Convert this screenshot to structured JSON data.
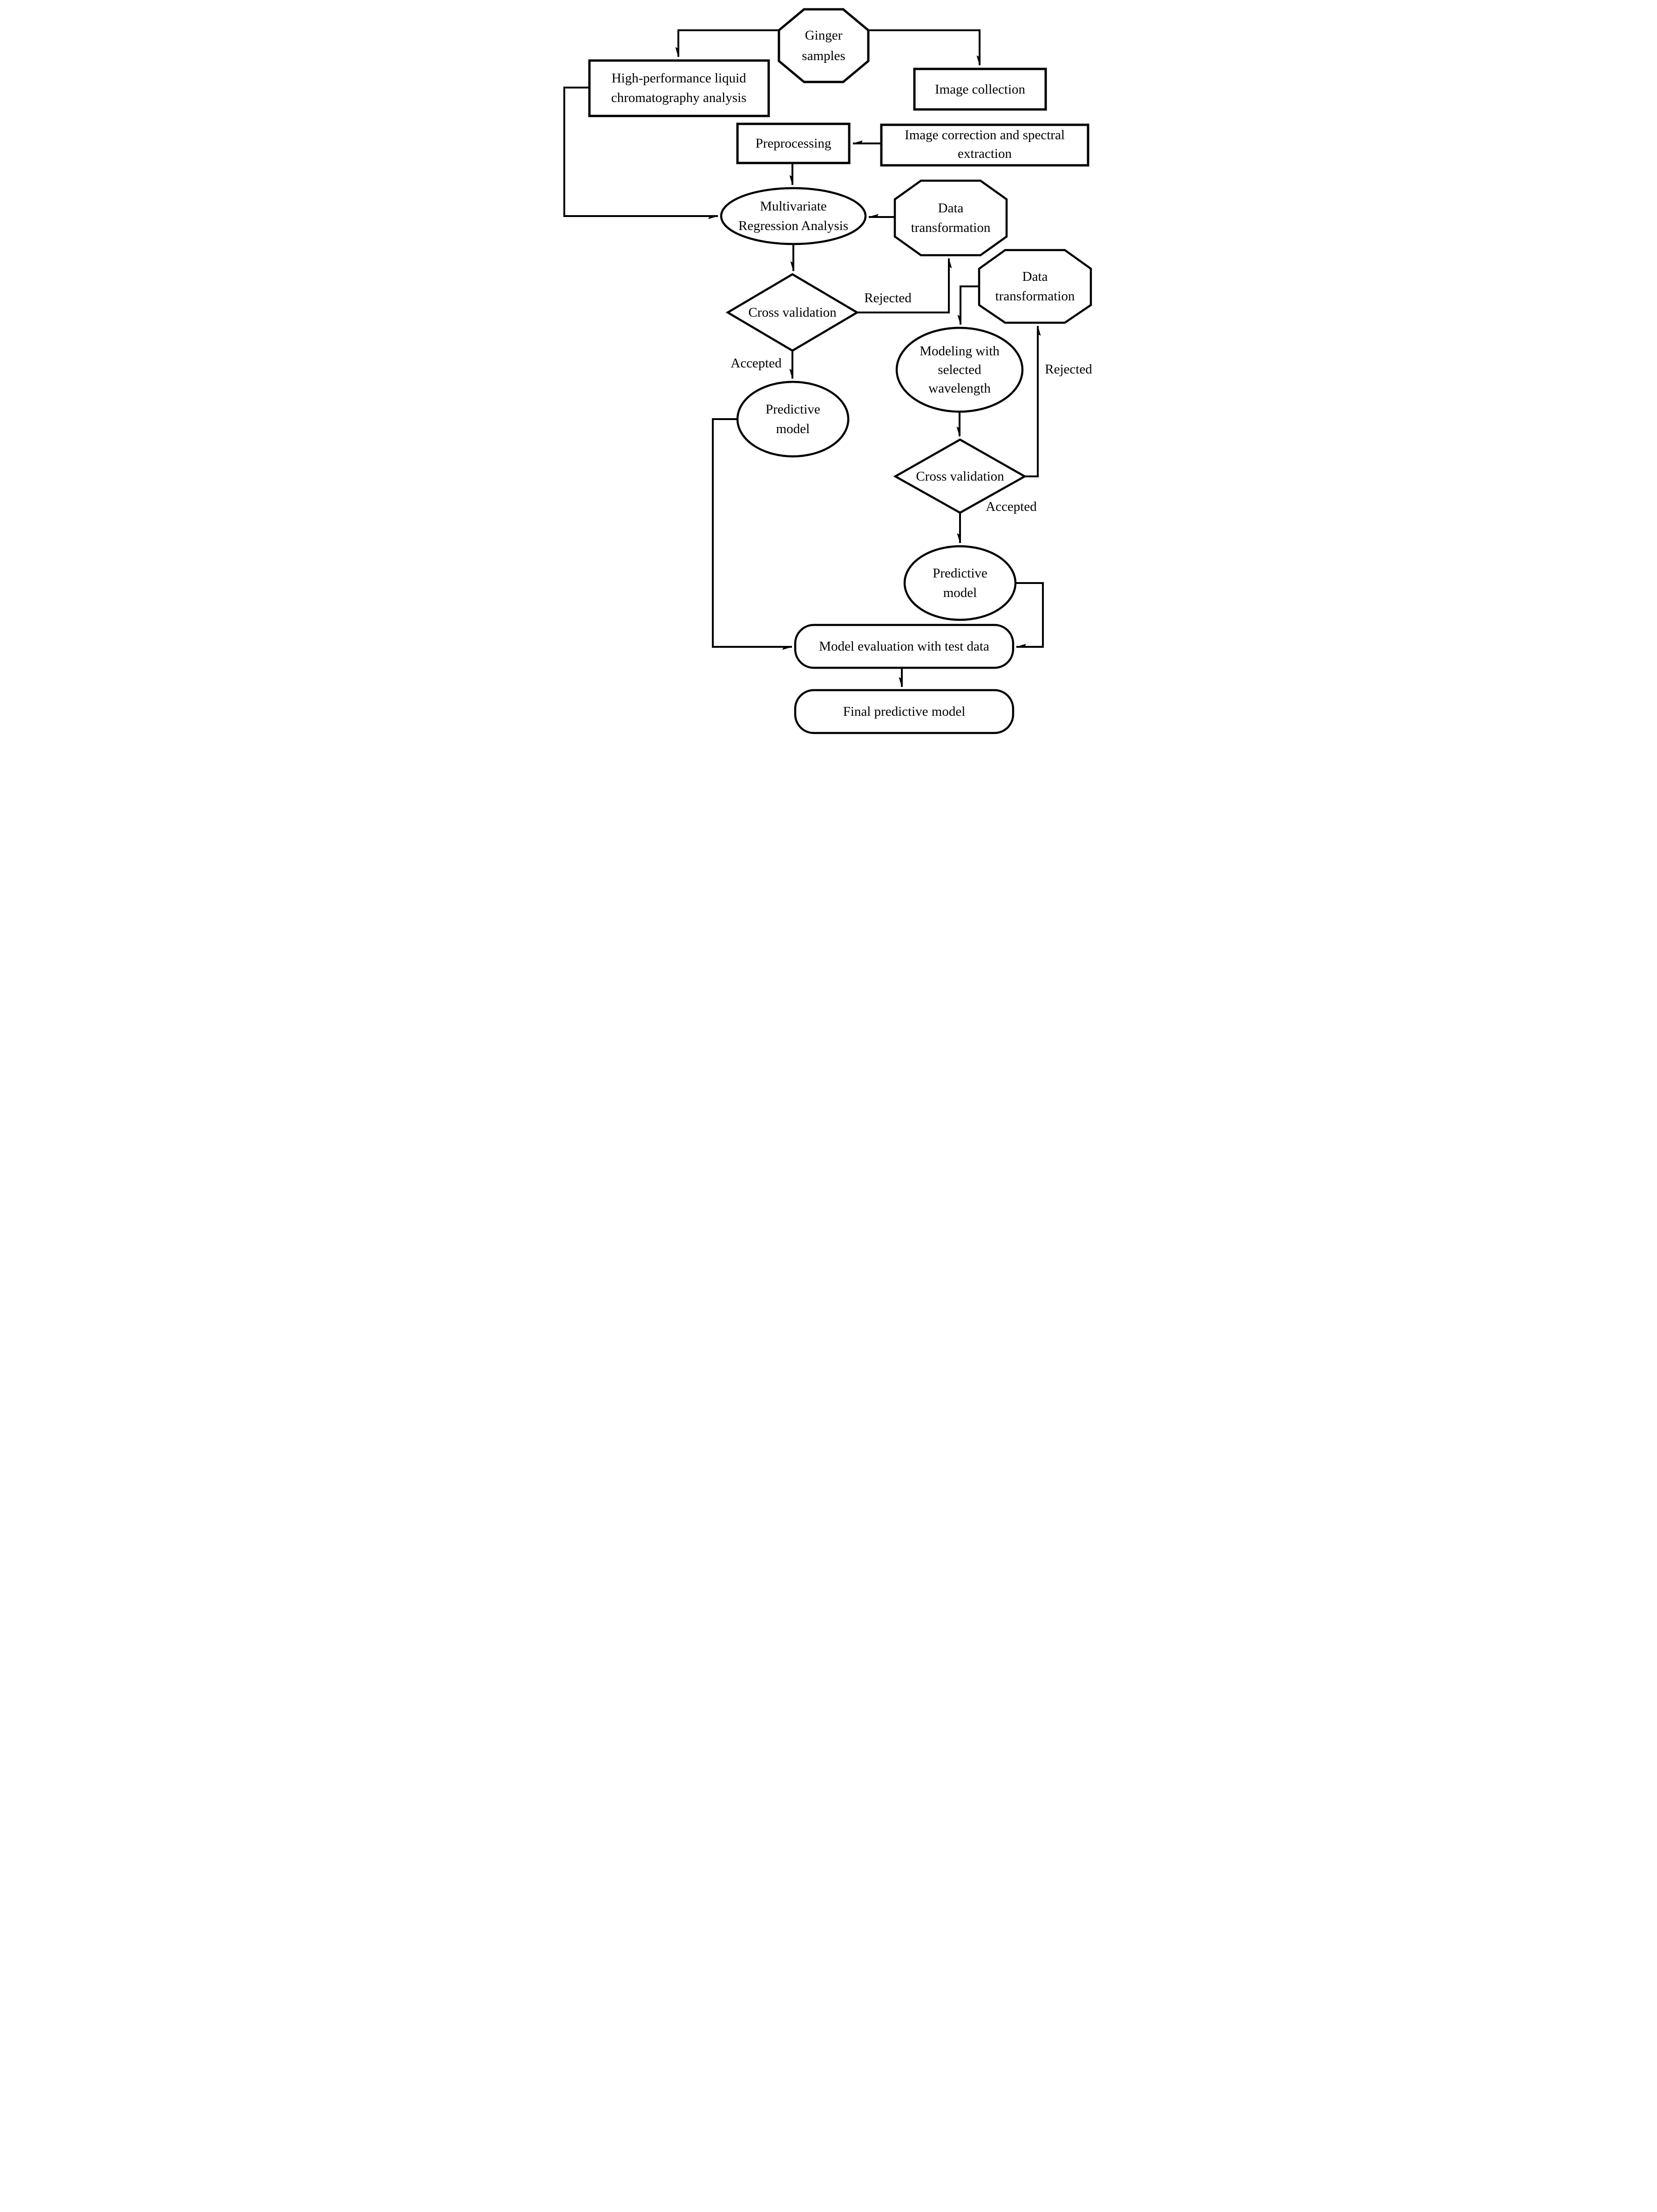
{
  "figure": {
    "background": "#ffffff",
    "stroke_color": "#000000",
    "nodes": {
      "ginger_samples": {
        "shape": "octagon",
        "label": "Ginger samples",
        "lines": [
          "Ginger",
          "samples"
        ]
      },
      "hplc": {
        "shape": "rect",
        "label": "High-performance liquid chromatography analysis",
        "lines": [
          "High-performance liquid",
          "chromatography analysis"
        ]
      },
      "image_collection": {
        "shape": "rect",
        "label": "Image collection",
        "lines": [
          "Image collection"
        ]
      },
      "preprocessing": {
        "shape": "rect",
        "label": "Preprocessing",
        "lines": [
          "Preprocessing"
        ]
      },
      "image_correction": {
        "shape": "rect",
        "label": "Image correction and spectral extraction",
        "lines": [
          "Image correction and spectral",
          "extraction"
        ]
      },
      "mra": {
        "shape": "ellipse",
        "label": "Multivariate Regression Analysis",
        "lines": [
          "Multivariate",
          "Regression Analysis"
        ]
      },
      "data_transformation_1": {
        "shape": "octagon",
        "label": "Data transformation",
        "lines": [
          "Data",
          "transformation"
        ]
      },
      "cross_validation_1": {
        "shape": "diamond",
        "label": "Cross validation",
        "lines": [
          "Cross validation"
        ]
      },
      "predictive_model_1": {
        "shape": "ellipse",
        "label": "Predictive model",
        "lines": [
          "Predictive",
          "model"
        ]
      },
      "data_transformation_2": {
        "shape": "octagon",
        "label": "Data transformation",
        "lines": [
          "Data",
          "transformation"
        ]
      },
      "modeling": {
        "shape": "ellipse",
        "label": "Modeling with selected wavelength",
        "lines": [
          "Modeling with",
          "selected",
          "wavelength"
        ]
      },
      "cross_validation_2": {
        "shape": "diamond",
        "label": "Cross validation",
        "lines": [
          "Cross validation"
        ]
      },
      "predictive_model_2": {
        "shape": "ellipse",
        "label": "Predictive model",
        "lines": [
          "Predictive",
          "model"
        ]
      },
      "model_evaluation": {
        "shape": "rounded-rect",
        "label": "Model evaluation with test data",
        "lines": [
          "Model evaluation with test data"
        ]
      },
      "final_model": {
        "shape": "rounded-rect",
        "label": "Final predictive model",
        "lines": [
          "Final predictive model"
        ]
      }
    },
    "edge_labels": {
      "rejected_1": "Rejected",
      "accepted_1": "Accepted",
      "rejected_2": "Rejected",
      "accepted_2": "Accepted"
    }
  }
}
